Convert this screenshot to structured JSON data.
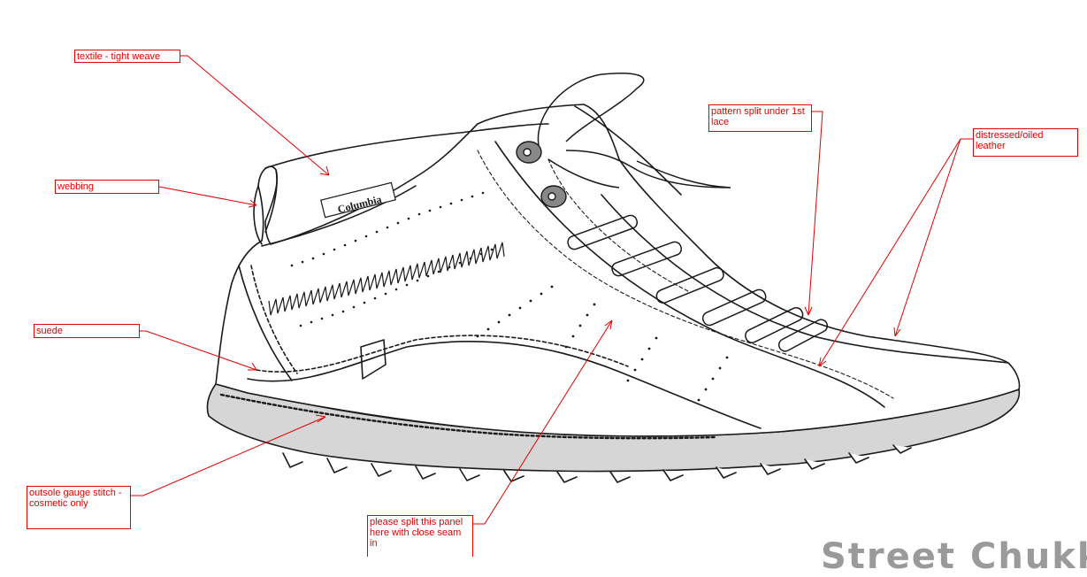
{
  "brand_logo": "Columbia",
  "callouts": {
    "textile": "textile - tight weave",
    "webbing": "webbing",
    "suede": "suede",
    "gauge_stitch": "outsole gauge stitch - cosmetic only",
    "pattern_split": "pattern split under 1st lace",
    "distressed": "distressed/oiled leather",
    "split_panel": "please split this panel here with close seam in"
  },
  "partial_title": "Street Chukk",
  "colors": {
    "annotation": "#e00000",
    "line": "#1a1a1a",
    "outsole_fill": "#d6d6d6",
    "eyelet": "#888888"
  }
}
